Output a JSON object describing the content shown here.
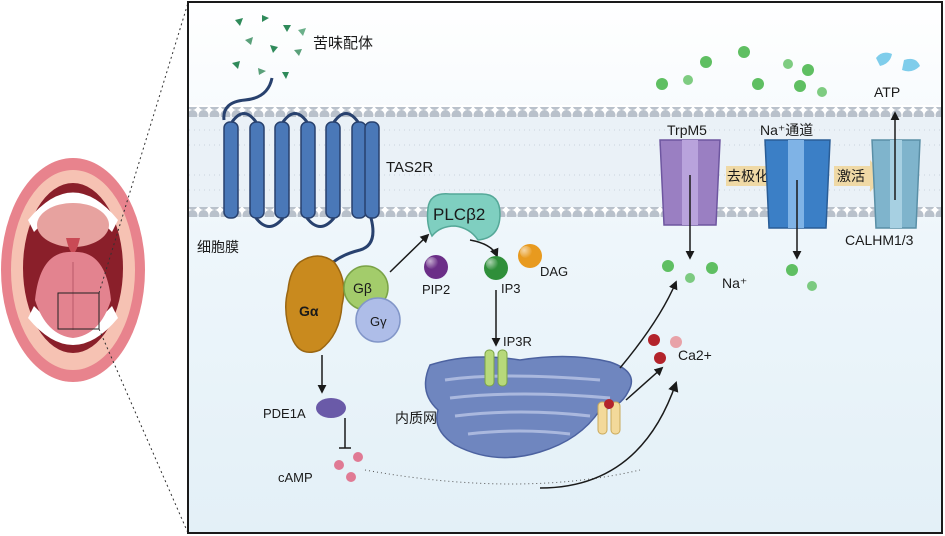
{
  "labels": {
    "ligand": "苦味配体",
    "membrane": "细胞膜",
    "receptor": "TAS2R",
    "plc": "PLCβ2",
    "galpha": "Gα",
    "gbeta": "Gβ",
    "ggamma": "Gγ",
    "pip2": "PIP2",
    "ip3": "IP3",
    "dag": "DAG",
    "ip3r": "IP3R",
    "er": "内质网",
    "pde": "PDE1A",
    "camp": "cAMP",
    "ca": "Ca2+",
    "trpm5": "TrpM5",
    "nachannel": "Na⁺通道",
    "na_ion": "Na⁺",
    "depolarize": "去极化",
    "activate": "激活",
    "calhm": "CALHM1/3",
    "atp": "ATP"
  },
  "colors": {
    "membrane_head": "#b7bfc9",
    "receptor": "#3f6eb0",
    "galpha": "#c98a1e",
    "gbeta": "#9fc86a",
    "ggamma": "#a9b9e6",
    "plc": "#7fcfc0",
    "pip2": "#6b2e87",
    "ip3": "#2f8f3a",
    "dag": "#e89a1f",
    "er": "#6f86bf",
    "trpm5": "#9a7fc2",
    "na_channel": "#3b7fc6",
    "calhm": "#7fb4cc",
    "ca_ion": "#b3232b",
    "camp": "#e07a94",
    "na_ion_color": "#5fbf62",
    "atp": "#7fcdeb",
    "arrow_label_bg": "#efd9a6"
  }
}
